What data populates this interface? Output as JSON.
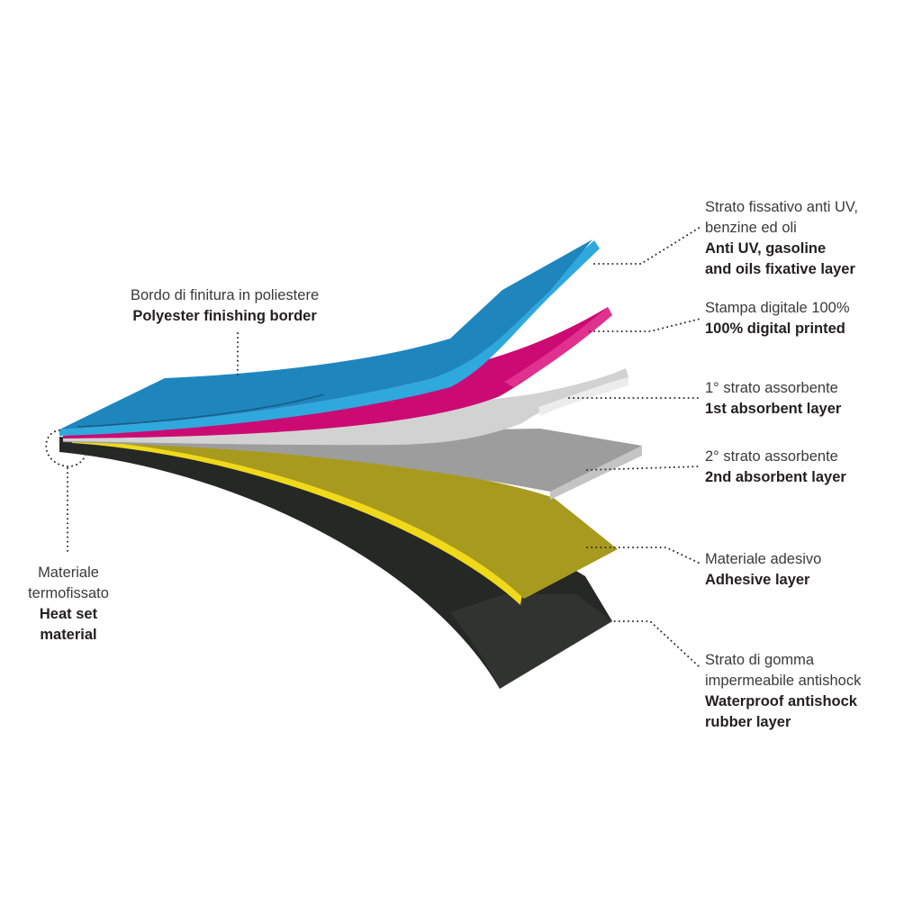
{
  "colors": {
    "fixative": "#1f86bd",
    "fixative_edge": "#2fa8de",
    "print": "#cc0a74",
    "absorbent1": "#d2d2d2",
    "absorbent2": "#9d9d9d",
    "adhesive": "#a89a1e",
    "adhesive_edge": "#f0d91a",
    "rubber": "#262826"
  },
  "labels": {
    "border": {
      "it": "Bordo di finitura in poliestere",
      "en": "Polyester finishing border"
    },
    "heat_set": {
      "it": [
        "Materiale",
        "termofissato"
      ],
      "en": [
        "Heat set",
        "material"
      ]
    },
    "fixative": {
      "it": [
        "Strato fissativo anti UV,",
        "benzine ed oli"
      ],
      "en": [
        "Anti UV, gasoline",
        "and oils fixative layer"
      ]
    },
    "print": {
      "it": "Stampa digitale 100%",
      "en": "100% digital printed"
    },
    "absorbent1": {
      "it": "1° strato assorbente",
      "en": "1st absorbent layer"
    },
    "absorbent2": {
      "it": "2° strato assorbente",
      "en": "2nd absorbent layer"
    },
    "adhesive": {
      "it": "Materiale adesivo",
      "en": "Adhesive layer"
    },
    "rubber": {
      "it": [
        "Strato di gomma",
        "impermeabile antishock"
      ],
      "en": [
        "Waterproof antishock",
        "rubber layer"
      ]
    }
  }
}
